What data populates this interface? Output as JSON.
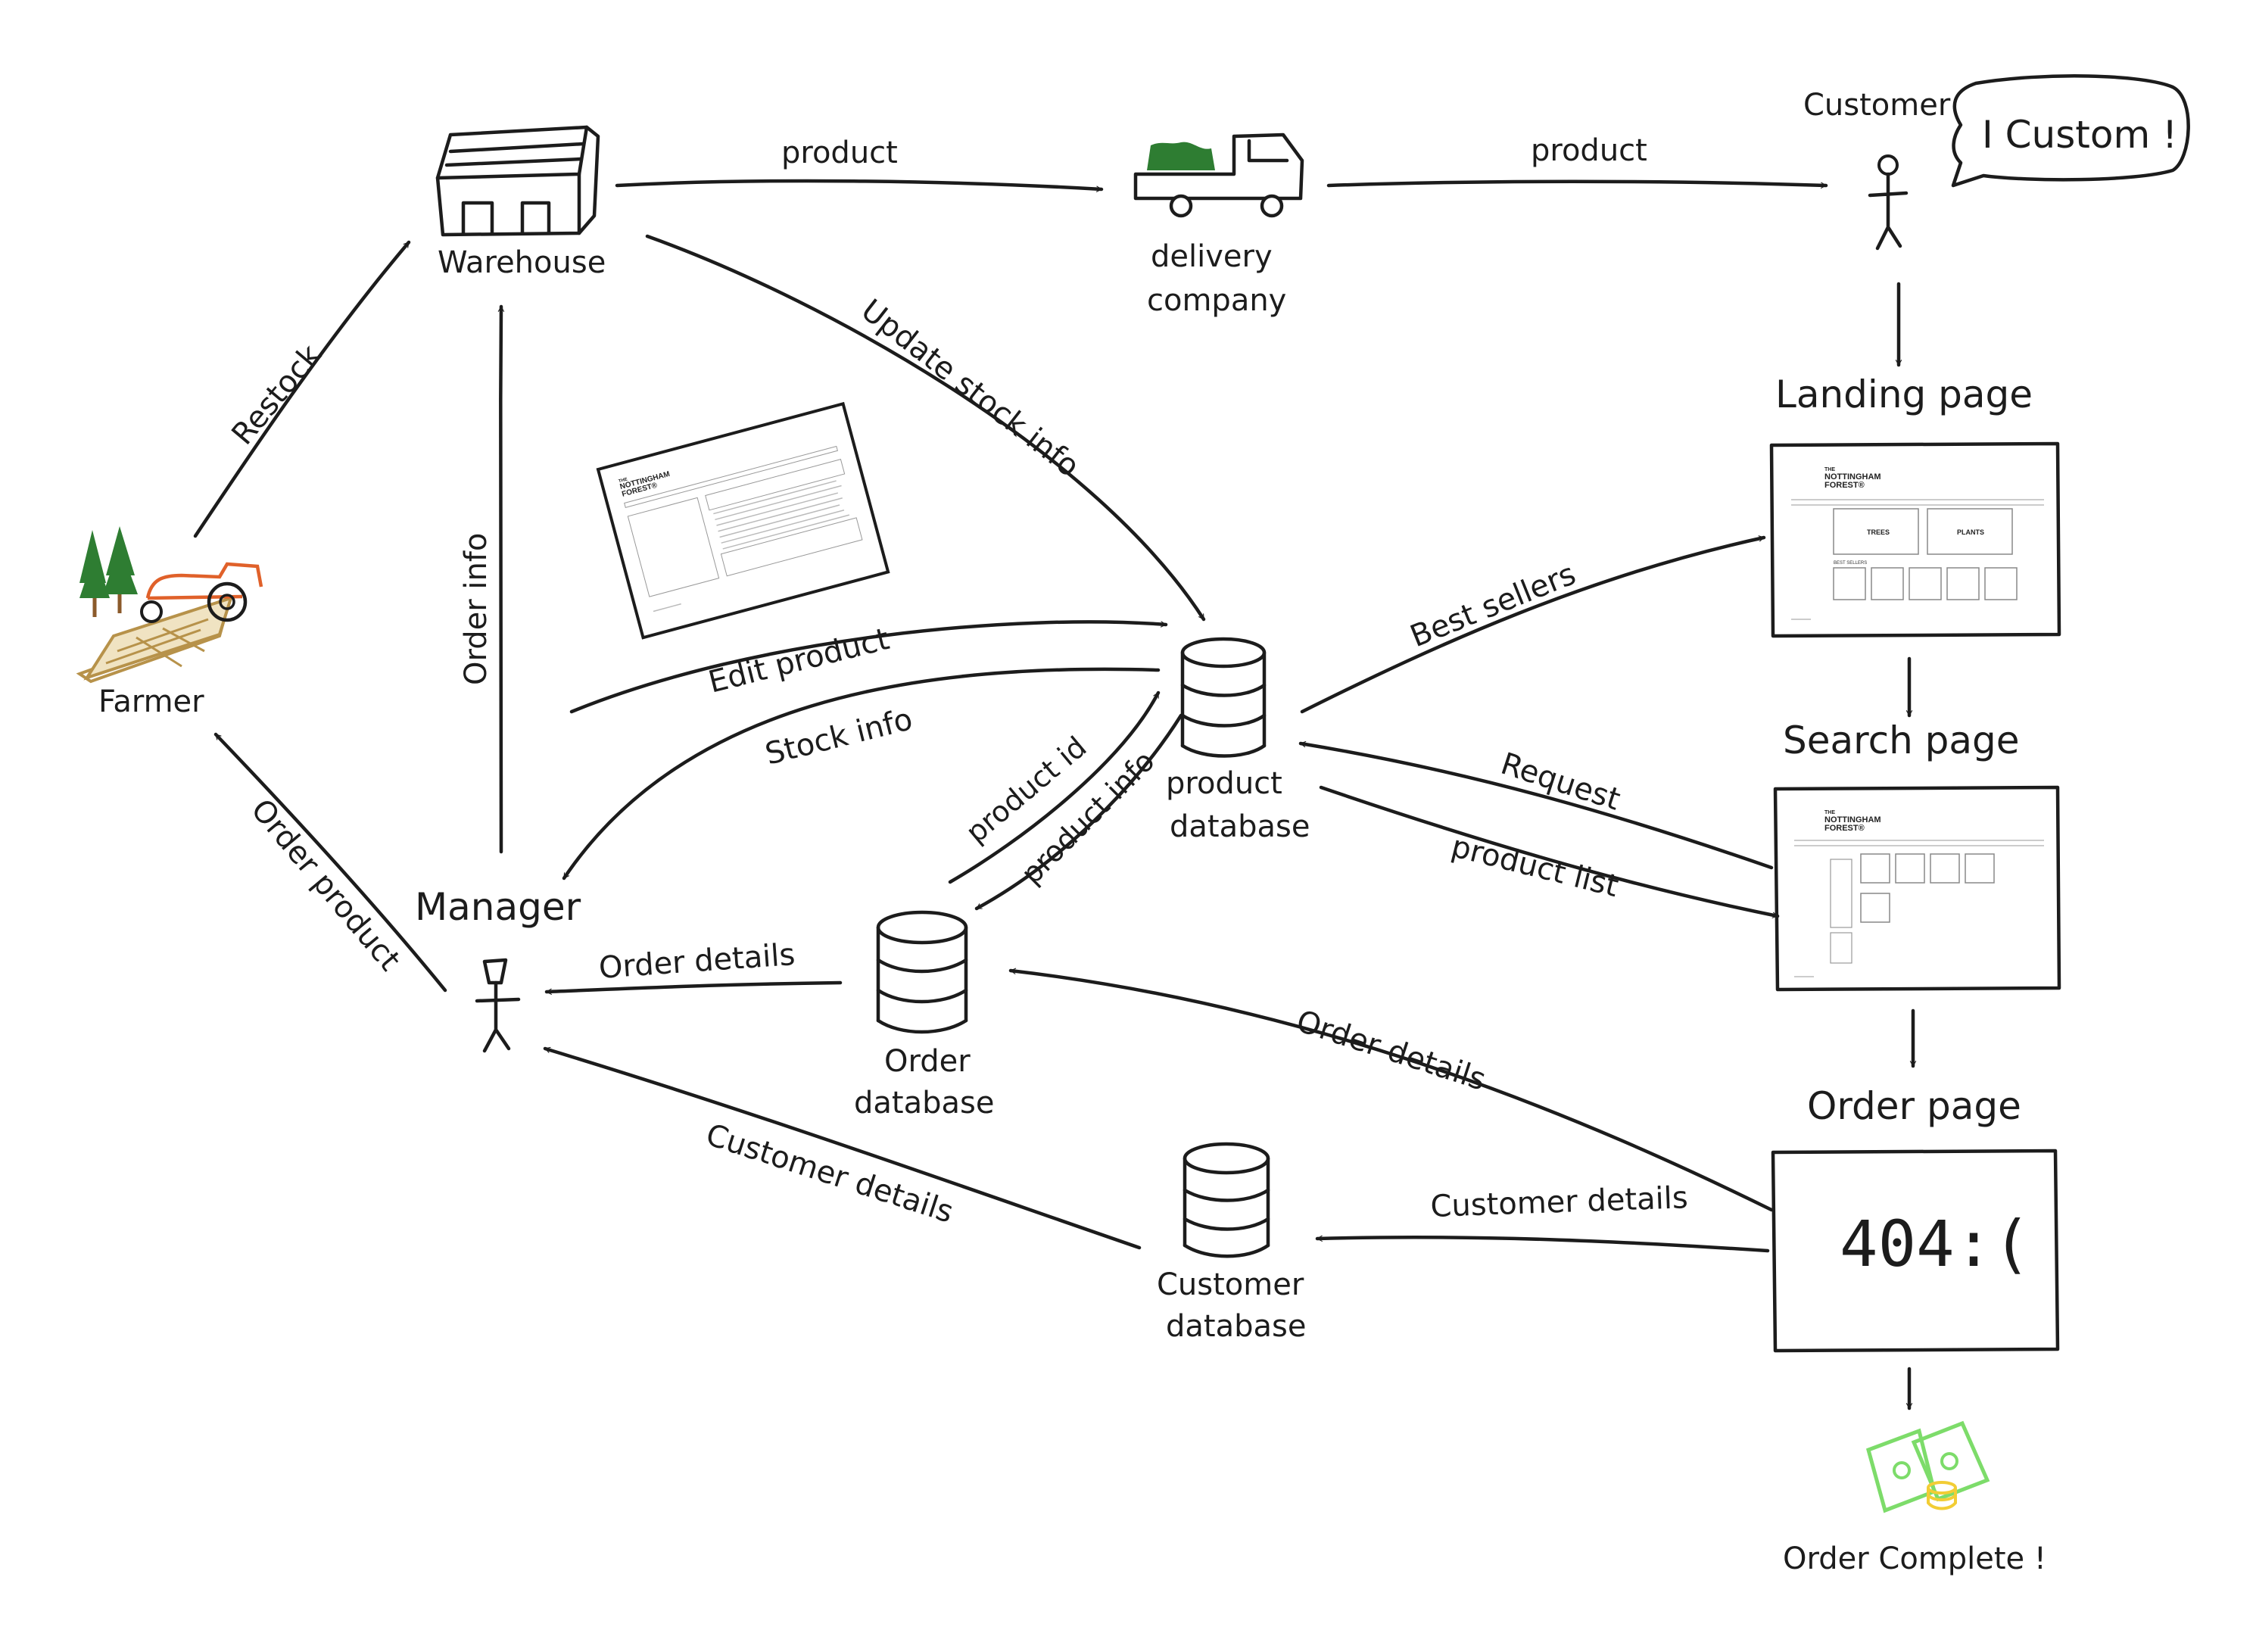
{
  "nodes": {
    "farmer": "Farmer",
    "warehouse": "Warehouse",
    "delivery": [
      "delivery",
      "company"
    ],
    "customer": "Customer",
    "speech": "I Custom !",
    "manager": "Manager",
    "product_db": [
      "product",
      "database"
    ],
    "order_db": [
      "Order",
      "database"
    ],
    "customer_db": [
      "Customer",
      "database"
    ],
    "landing": "Landing page",
    "search": "Search page",
    "order_page": "Order page",
    "error_text": "404:(",
    "complete": "Order Complete !",
    "edit_product": "Edit product"
  },
  "edges": {
    "restock": "Restock",
    "product_1": "product",
    "product_2": "product",
    "update_stock": "Update stock info",
    "order_info": "Order info",
    "order_product": "Order product",
    "stock_info": "Stock info",
    "product_id": "product id",
    "product_info": "product info",
    "best_sellers": "Best sellers",
    "request": "Request",
    "product_list": "product list",
    "order_details_1": "Order details",
    "order_details_2": "Order details",
    "customer_details_1": "Customer details",
    "customer_details_2": "Customer details"
  },
  "mockups": {
    "brand_the": "THE",
    "brand_1": "NOTTINGHAM",
    "brand_2": "FOREST®",
    "trees": "TREES",
    "plants": "PLANTS",
    "best_sellers": "BEST SELLERS"
  },
  "colors": {
    "ink": "#1c1c1c",
    "tree_green": "#2e7d32",
    "tractor_orange": "#e0612a",
    "field_tan": "#b7924a",
    "cash_green": "#7ddc6a",
    "coin_yellow": "#f2cd35"
  }
}
